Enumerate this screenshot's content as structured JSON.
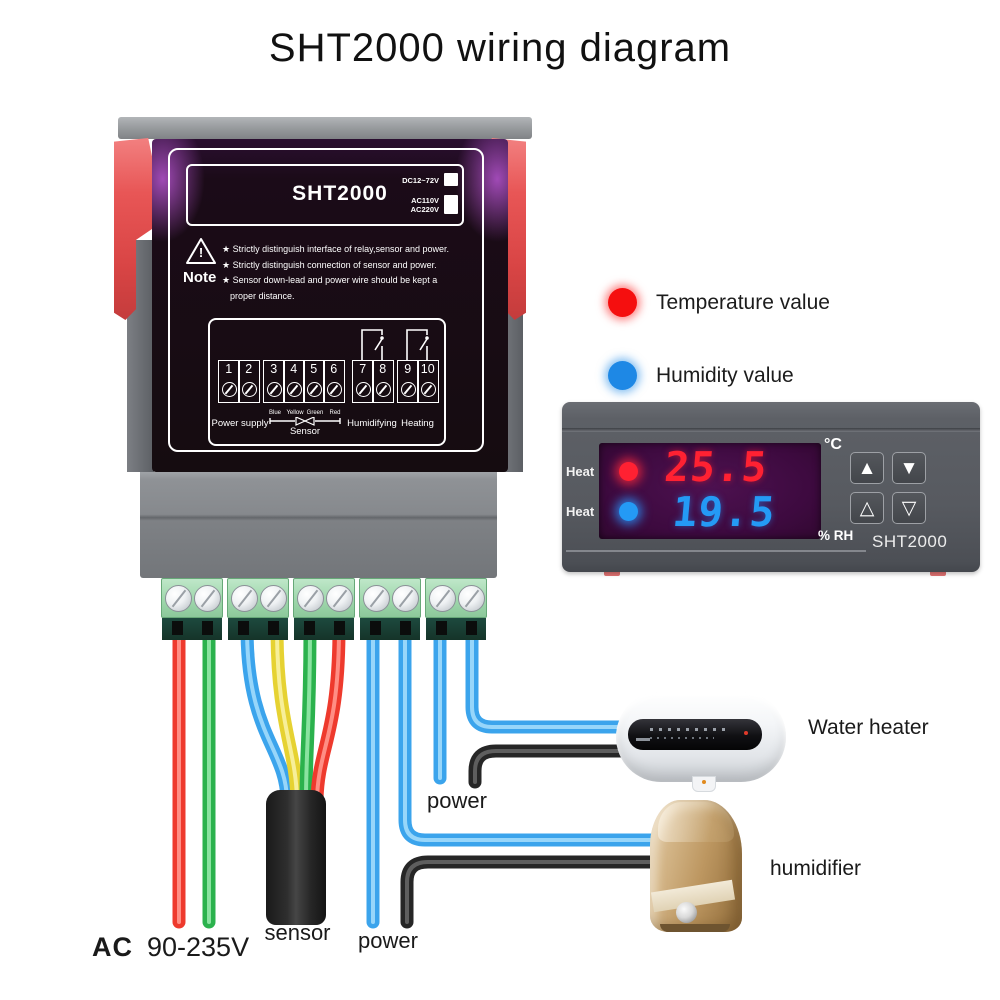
{
  "title": "SHT2000 wiring diagram",
  "colors": {
    "wire_red": "#ee3a2d",
    "wire_red_light": "#ff8e84",
    "wire_green": "#2bb24d",
    "wire_green_light": "#8ae3a0",
    "wire_blue": "#3ba4ec",
    "wire_blue_light": "#97d6fa",
    "wire_yellow": "#e6d232",
    "wire_yellow_light": "#f7ef99",
    "wire_black": "#262626",
    "wire_black_light": "#5e5e5e",
    "temp_red": "#ff2132",
    "humidity_blue": "#249af5",
    "legend_red": "#f50f0f",
    "legend_blue": "#1e88e5"
  },
  "back_device": {
    "model": "SHT2000",
    "power_option_1": "DC12~72V",
    "power_option_2": "AC110V\nAC220V",
    "warning_mark": "!",
    "note_label": "Note",
    "note_lines": [
      "★ Strictly distinguish interface of relay,sensor and power.",
      "★ Strictly distinguish connection of sensor and power.",
      "★ Sensor down-lead and power wire should be kept a proper distance."
    ],
    "terminals": [
      "1",
      "2",
      "3",
      "4",
      "5",
      "6",
      "7",
      "8",
      "9",
      "10"
    ],
    "group_power": "Power supply",
    "group_sensor": "Sensor",
    "group_humidifying": "Humidifying",
    "group_heating": "Heating",
    "sensor_wire_labels": [
      "Blue",
      "Yellow",
      "Green",
      "Red"
    ]
  },
  "legend": {
    "temperature": "Temperature value",
    "humidity": "Humidity value"
  },
  "front_device": {
    "heat_label_top": "Heat",
    "heat_label_bottom": "Heat",
    "temperature_value": "25.5",
    "humidity_value": "19.5",
    "unit_temperature": "°C",
    "unit_humidity": "% RH",
    "model": "SHT2000",
    "buttons": {
      "up_filled": "▲",
      "down_filled": "▼",
      "up_outline": "△",
      "down_outline": "▽"
    }
  },
  "labels": {
    "ac": "AC",
    "voltage": "90-235V",
    "sensor": "sensor",
    "power_bottom": "power",
    "power_mid": "power",
    "water_heater": "Water heater",
    "humidifier": "humidifier"
  }
}
